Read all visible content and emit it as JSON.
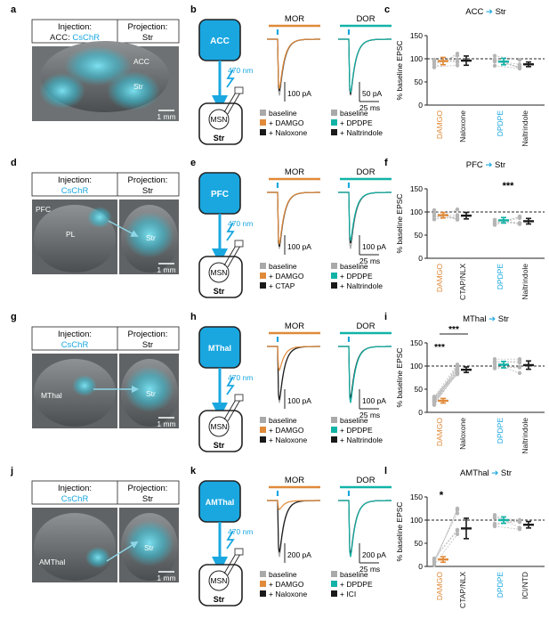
{
  "colors": {
    "cyan": "#1aa7e0",
    "teal": "#12b3a7",
    "orange": "#e08a3a",
    "gray": "#a9a9a9",
    "black": "#1a1a1a"
  },
  "scale_bar": "1 mm",
  "rows": [
    {
      "letters": [
        "a",
        "b",
        "c"
      ],
      "injection_title": "Injection:",
      "injection_prefix": "ACC:",
      "injection_virus": "CsChR",
      "projection_title": "Projection:",
      "projection_target": "Str",
      "image_labels": [
        "ACC",
        "Str"
      ],
      "schematic_region": "ACC",
      "light": "470 nm",
      "cell": "MSN",
      "cell_region": "Str",
      "mor_title": "MOR",
      "dor_title": "DOR",
      "mor_legend": [
        "baseline",
        "+ DAMGO",
        "+ Naloxone"
      ],
      "dor_legend": [
        "baseline",
        "+ DPDPE",
        "+ Naltrindole"
      ],
      "mor_scale": "100 pA",
      "dor_scale_amp": "50 pA",
      "dor_scale_time": "25 ms",
      "chart_title_pre": "ACC",
      "chart_title_post": "Str",
      "ylabel": "% baseline EPSC",
      "yticks": [
        "0",
        "50",
        "100",
        "150"
      ],
      "categories": [
        "DAMGO",
        "Naloxone",
        "DPDPE",
        "Naltrindole"
      ],
      "significance": []
    },
    {
      "letters": [
        "d",
        "e",
        "f"
      ],
      "injection_title": "Injection:",
      "injection_prefix": "",
      "injection_virus": "CsChR",
      "projection_title": "Projection:",
      "projection_target": "Str",
      "image_labels": [
        "PFC",
        "PL",
        "Str"
      ],
      "schematic_region": "PFC",
      "light": "470 nm",
      "cell": "MSN",
      "cell_region": "Str",
      "mor_title": "MOR",
      "dor_title": "DOR",
      "mor_legend": [
        "baseline",
        "+ DAMGO",
        "+ CTAP"
      ],
      "dor_legend": [
        "baseline",
        "+ DPDPE",
        "+ Naltrindole"
      ],
      "mor_scale": "100 pA",
      "dor_scale_amp": "100 pA",
      "dor_scale_time": "25 ms",
      "chart_title_pre": "PFC",
      "chart_title_post": "Str",
      "ylabel": "% baseline EPSC",
      "yticks": [
        "0",
        "50",
        "100",
        "150"
      ],
      "categories": [
        "DAMGO",
        "CTAP/NLX",
        "DPDPE",
        "Naltrindole"
      ],
      "significance": [
        "***"
      ]
    },
    {
      "letters": [
        "g",
        "h",
        "i"
      ],
      "injection_title": "Injection:",
      "injection_prefix": "",
      "injection_virus": "CsChR",
      "projection_title": "Projection:",
      "projection_target": "Str",
      "image_labels": [
        "MThal",
        "Str"
      ],
      "schematic_region": "MThal",
      "light": "470 nm",
      "cell": "MSN",
      "cell_region": "Str",
      "mor_title": "MOR",
      "dor_title": "DOR",
      "mor_legend": [
        "baseline",
        "+ DAMGO",
        "+ Naloxone"
      ],
      "dor_legend": [
        "baseline",
        "+ DPDPE",
        "+ Naltrindole"
      ],
      "mor_scale": "100 pA",
      "dor_scale_amp": "100 pA",
      "dor_scale_time": "25 ms",
      "chart_title_pre": "MThal",
      "chart_title_post": "Str",
      "ylabel": "% baseline EPSC",
      "yticks": [
        "0",
        "50",
        "100",
        "150"
      ],
      "categories": [
        "DAMGO",
        "Naloxone",
        "DPDPE",
        "Naltrindole"
      ],
      "significance": [
        "***",
        "***"
      ]
    },
    {
      "letters": [
        "j",
        "k",
        "l"
      ],
      "injection_title": "Injection:",
      "injection_prefix": "",
      "injection_virus": "CsChR",
      "projection_title": "Projection:",
      "projection_target": "Str",
      "image_labels": [
        "AMThal",
        "Str"
      ],
      "schematic_region": "AMThal",
      "light": "470 nm",
      "cell": "MSN",
      "cell_region": "Str",
      "mor_title": "MOR",
      "dor_title": "DOR",
      "mor_legend": [
        "baseline",
        "+ DAMGO",
        "+ Naloxone"
      ],
      "dor_legend": [
        "baseline",
        "+ DPDPE",
        "+ ICI"
      ],
      "mor_scale": "200 pA",
      "dor_scale_amp": "200 pA",
      "dor_scale_time": "25 ms",
      "chart_title_pre": "AMThal",
      "chart_title_post": "Str",
      "ylabel": "% baseline EPSC",
      "yticks": [
        "0",
        "50",
        "100",
        "150"
      ],
      "categories": [
        "DAMGO",
        "CTAP/NLX",
        "DPDPE",
        "ICI/NTD"
      ],
      "significance": [
        "*"
      ]
    }
  ],
  "chart_data": [
    {
      "type": "scatter",
      "title": "ACC → Str",
      "ylabel": "% baseline EPSC",
      "ylim": [
        0,
        150
      ],
      "reference_line": 100,
      "categories": [
        "DAMGO",
        "Naloxone",
        "DPDPE",
        "Naltrindole"
      ],
      "series": [
        {
          "values": [
            95,
            96,
            94,
            88
          ],
          "sem": [
            8,
            10,
            7,
            5
          ]
        }
      ]
    },
    {
      "type": "scatter",
      "title": "PFC → Str",
      "ylabel": "% baseline EPSC",
      "ylim": [
        0,
        150
      ],
      "reference_line": 100,
      "categories": [
        "DAMGO",
        "CTAP/NLX",
        "DPDPE",
        "Naltrindole"
      ],
      "series": [
        {
          "values": [
            93,
            92,
            82,
            80
          ],
          "sem": [
            6,
            7,
            6,
            6
          ]
        }
      ]
    },
    {
      "type": "scatter",
      "title": "MThal → Str",
      "ylabel": "% baseline EPSC",
      "ylim": [
        0,
        150
      ],
      "reference_line": 100,
      "categories": [
        "DAMGO",
        "Naloxone",
        "DPDPE",
        "Naltrindole"
      ],
      "series": [
        {
          "values": [
            25,
            92,
            103,
            102
          ],
          "sem": [
            5,
            6,
            7,
            9
          ]
        }
      ]
    },
    {
      "type": "scatter",
      "title": "AMThal → Str",
      "ylabel": "% baseline EPSC",
      "ylim": [
        0,
        150
      ],
      "reference_line": 100,
      "categories": [
        "DAMGO",
        "CTAP/NLX",
        "DPDPE",
        "ICI/NTD"
      ],
      "series": [
        {
          "values": [
            15,
            82,
            100,
            90
          ],
          "sem": [
            6,
            22,
            7,
            7
          ]
        }
      ]
    }
  ]
}
